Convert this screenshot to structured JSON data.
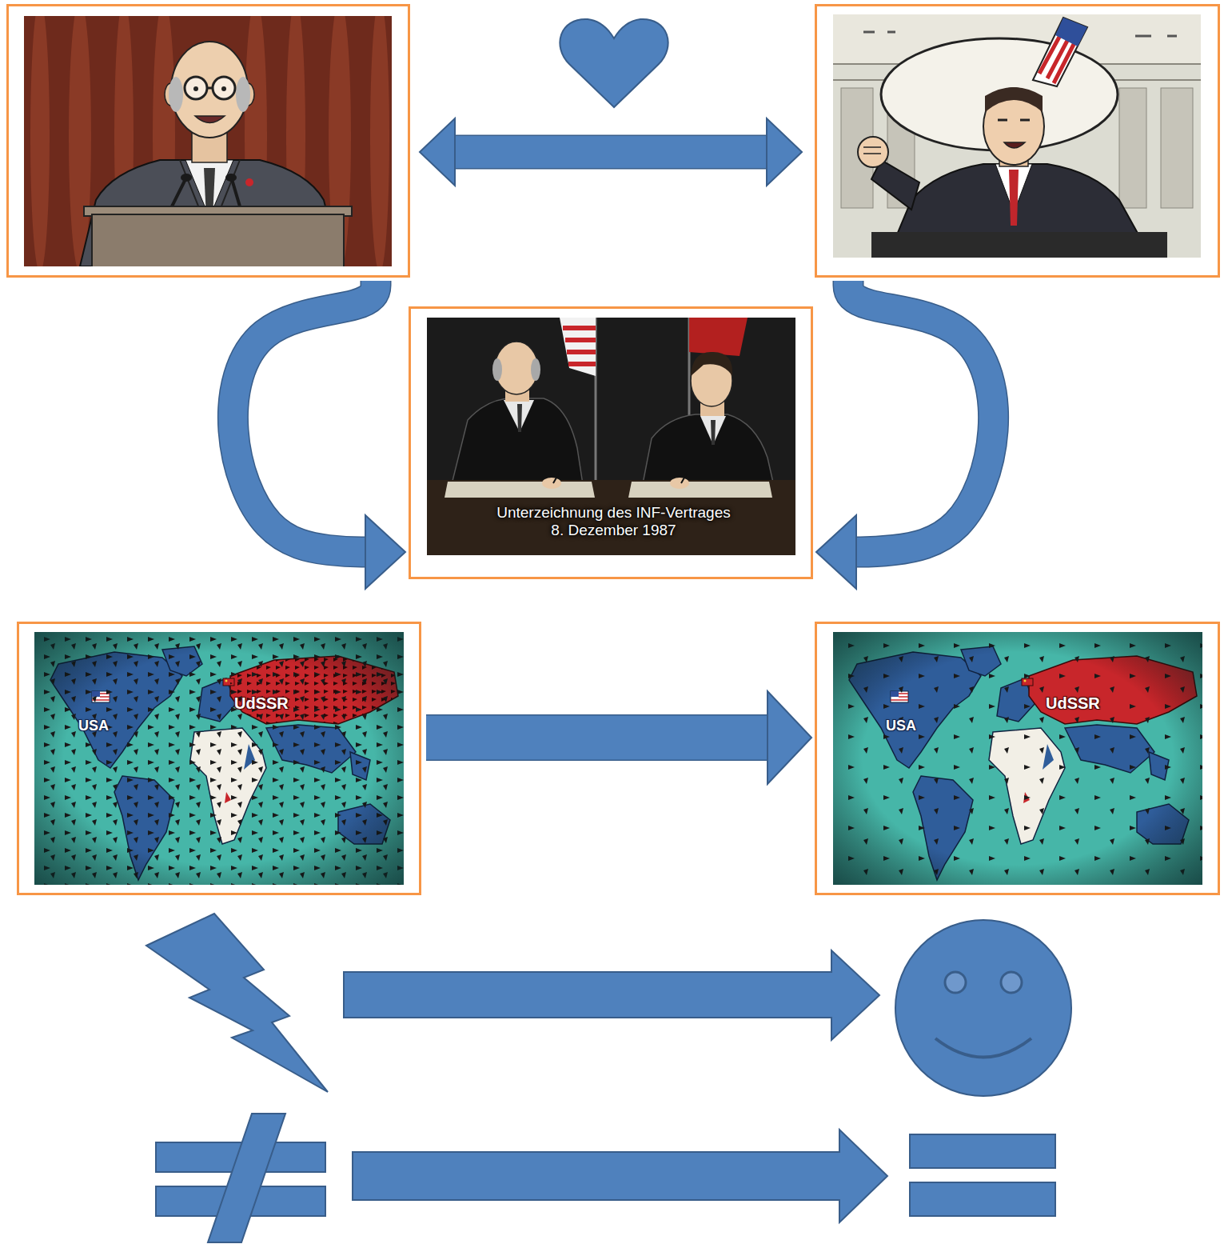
{
  "diagram": {
    "nodes": [
      {
        "text": []
      },
      {
        "text": []
      },
      {
        "text": [
          "Unterzeichnung des INF-Vertrages 8. Dezember 1987"
        ]
      },
      {
        "text": [
          "USA",
          "UdSSR"
        ]
      },
      {
        "text": [
          "USA",
          "UdSSR"
        ]
      }
    ],
    "edges": [
      {
        "from": 0,
        "to": 1,
        "arrow": "both"
      },
      {
        "from": 0,
        "to": 2,
        "arrow": "to"
      },
      {
        "from": 1,
        "to": 2,
        "arrow": "to"
      },
      {
        "from": 3,
        "to": 4,
        "arrow": "to"
      }
    ]
  }
}
